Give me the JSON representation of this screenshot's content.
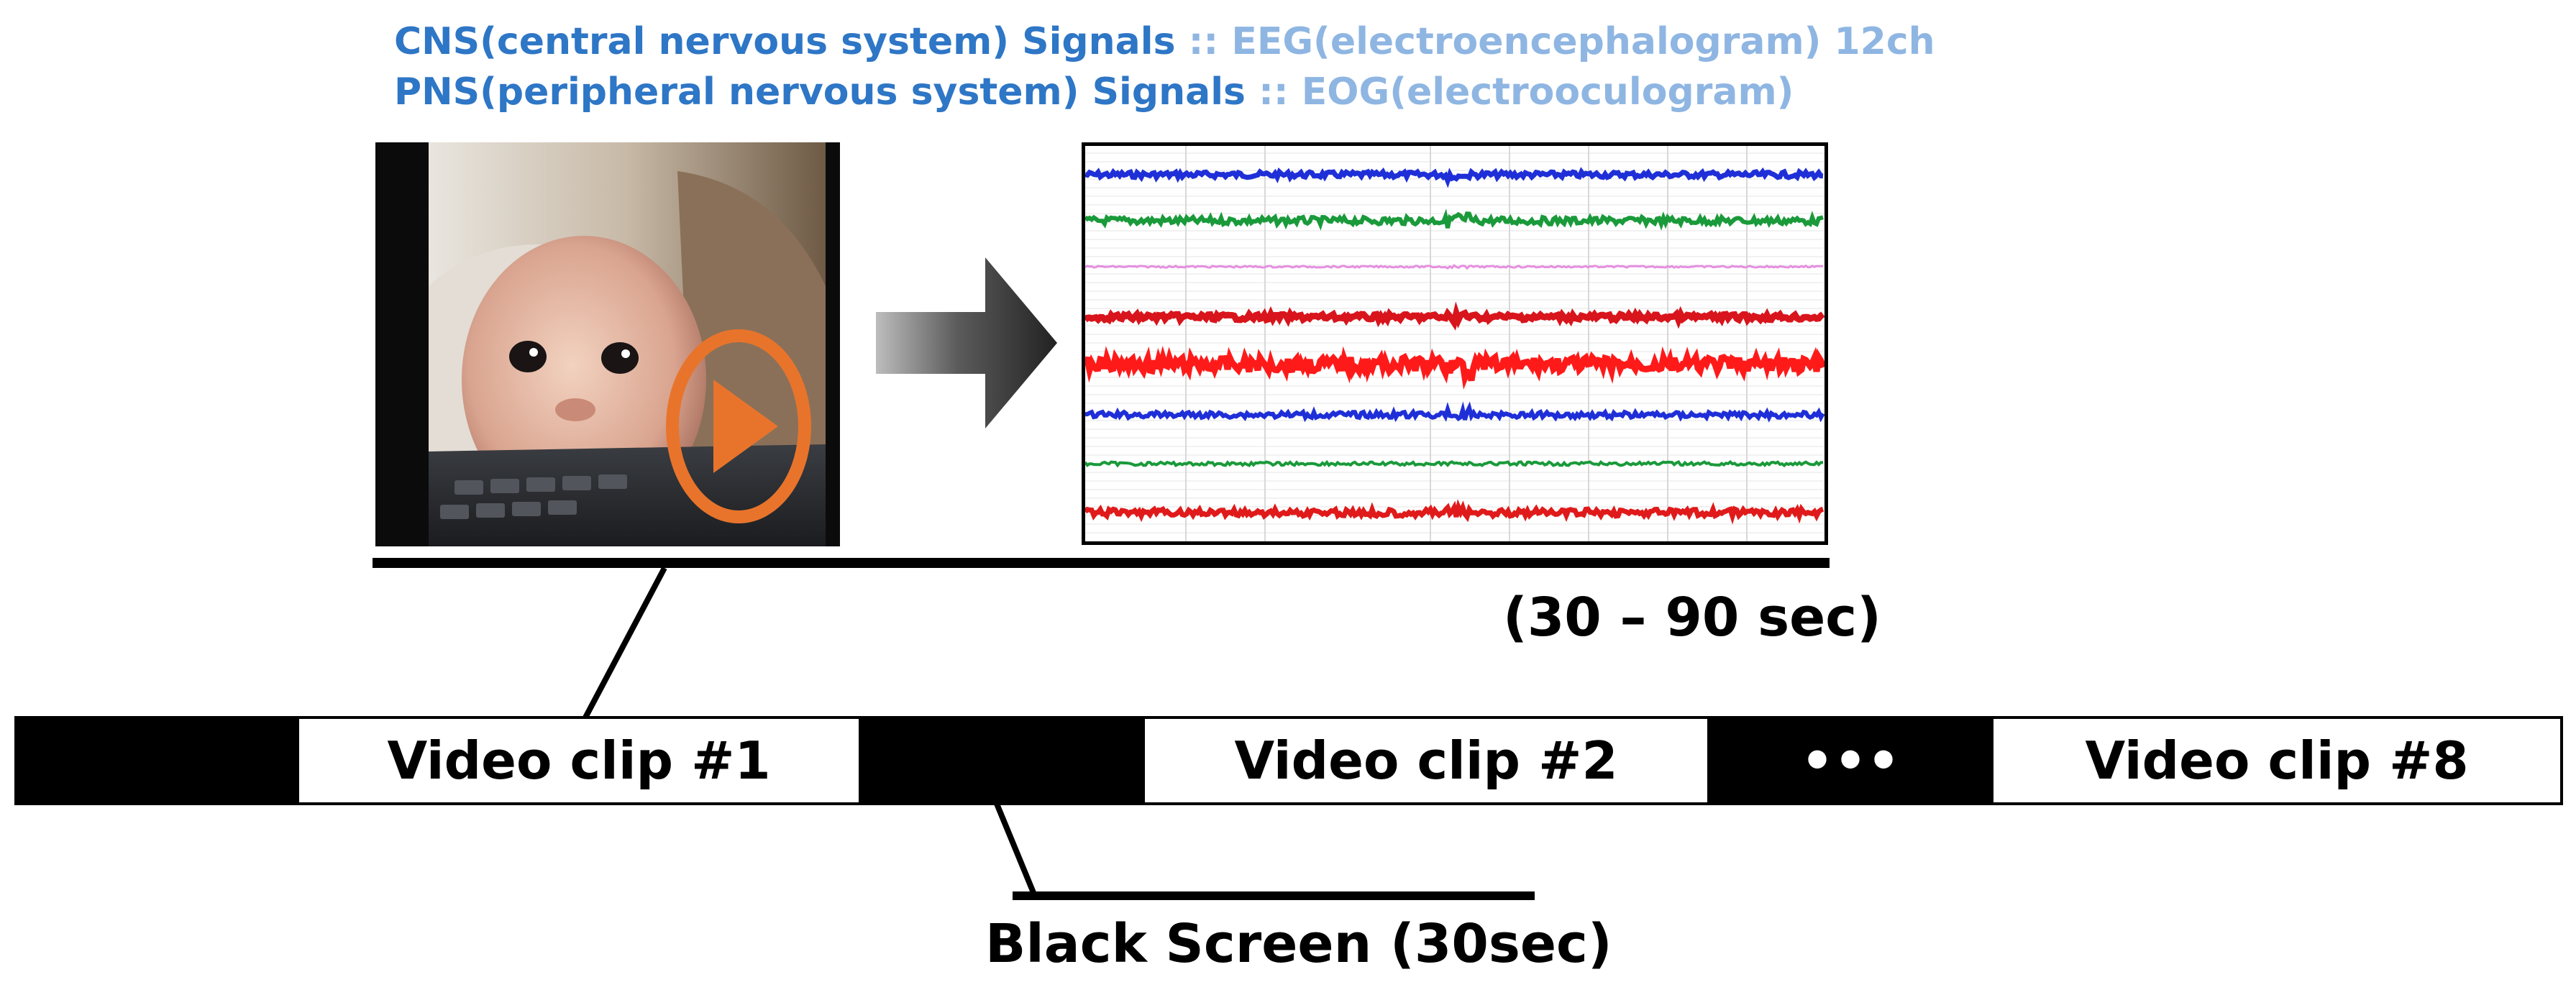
{
  "header": {
    "line1": {
      "main": "CNS(central nervous system) Signals",
      "sep": "::",
      "sub": "EEG(electroencephalogram) 12ch"
    },
    "line2": {
      "main": "PNS(peripheral nervous system) Signals",
      "sep": "::",
      "sub": "EOG(electrooculogram)"
    }
  },
  "duration_label": "(30 – 90 sec)",
  "timeline": {
    "segments": [
      {
        "kind": "black",
        "label": ""
      },
      {
        "kind": "white",
        "label": "Video clip #1"
      },
      {
        "kind": "black",
        "label": ""
      },
      {
        "kind": "white",
        "label": "Video clip #2"
      },
      {
        "kind": "black",
        "label": "•••"
      },
      {
        "kind": "white",
        "label": "Video clip #8"
      }
    ]
  },
  "black_screen_label": "Black Screen (30sec)",
  "colors": {
    "header_main": "#2e76c6",
    "header_sub": "#8fb6e2",
    "play_orange": "#e8742c",
    "trace_blue": "#1f2fd8",
    "trace_green": "#1a9a3a",
    "trace_pink": "#e58fe0",
    "trace_red": "#e01a1a"
  },
  "icons": {
    "play": "play-icon",
    "arrow": "right-arrow-icon"
  },
  "signal_traces": [
    {
      "color": "#1f2fd8"
    },
    {
      "color": "#1a9a3a"
    },
    {
      "color": "#e58fe0"
    },
    {
      "color": "#d8151c"
    },
    {
      "color": "#ff1a1a"
    },
    {
      "color": "#1f2fd8"
    },
    {
      "color": "#1a9a3a"
    },
    {
      "color": "#e01a1a"
    }
  ]
}
